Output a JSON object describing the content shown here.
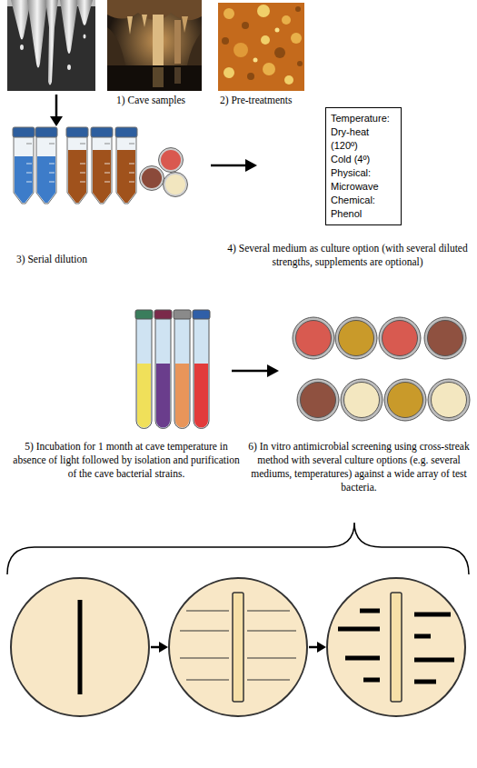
{
  "diagram": {
    "nodes": [
      {
        "text": [
          "Temperature:",
          "Dry-heat (120º)",
          "Cold (4º)",
          "Physical:",
          "Microwave",
          "Chemical:",
          "Phenol"
        ]
      }
    ],
    "labels": [
      "1) Cave samples",
      "2) Pre-treatments",
      "3) Serial dilution",
      "4) Several medium as culture option (with several diluted strengths, supplements are optional)",
      "5) Incubation for 1 month at cave temperature in absence of light followed by isolation and purification of the cave bacterial strains.",
      "6) In vitro antimicrobial screening using cross-streak method with several culture options (e.g. several mediums, temperatures) against a wide array of test bacteria."
    ]
  }
}
